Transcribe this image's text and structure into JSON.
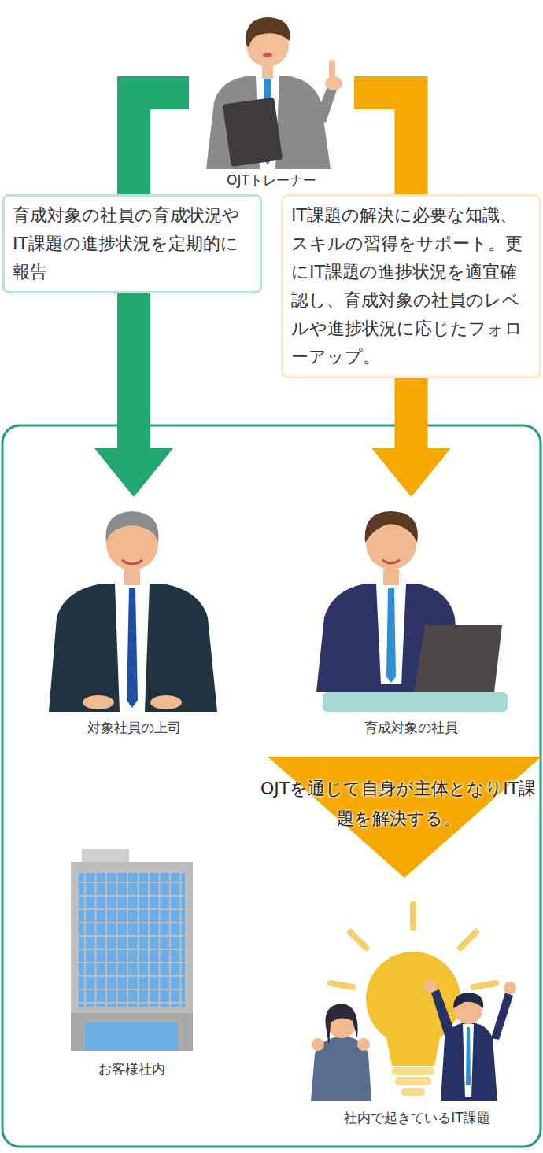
{
  "diagram": {
    "nodes": [
      {
        "text": [
          "OJTトレーナー"
        ]
      },
      {
        "text": [
          "対象社員の上司"
        ]
      },
      {
        "text": [
          "育成対象の社員"
        ]
      },
      {
        "text": [
          "お客様社内"
        ]
      },
      {
        "text": [
          "社内で起きているIT課題"
        ]
      }
    ],
    "edges": [
      {
        "from": 0,
        "to": 1,
        "arrow": "to",
        "label": "育成対象の社員の育成状況やIT課題の進捗状況を定期的に報告"
      },
      {
        "from": 0,
        "to": 2,
        "arrow": "to",
        "label": "IT課題の解決に必要な知識、スキルの習得をサポート。更にIT課題の進捗状況を適宜確認し、育成対象の社員のレベルや進捗状況に応じたフォローアップ。"
      },
      {
        "from": 2,
        "to": 4,
        "arrow": "to",
        "label": "OJTを通じて自身が主体となりIT課題を解決する。"
      }
    ]
  }
}
